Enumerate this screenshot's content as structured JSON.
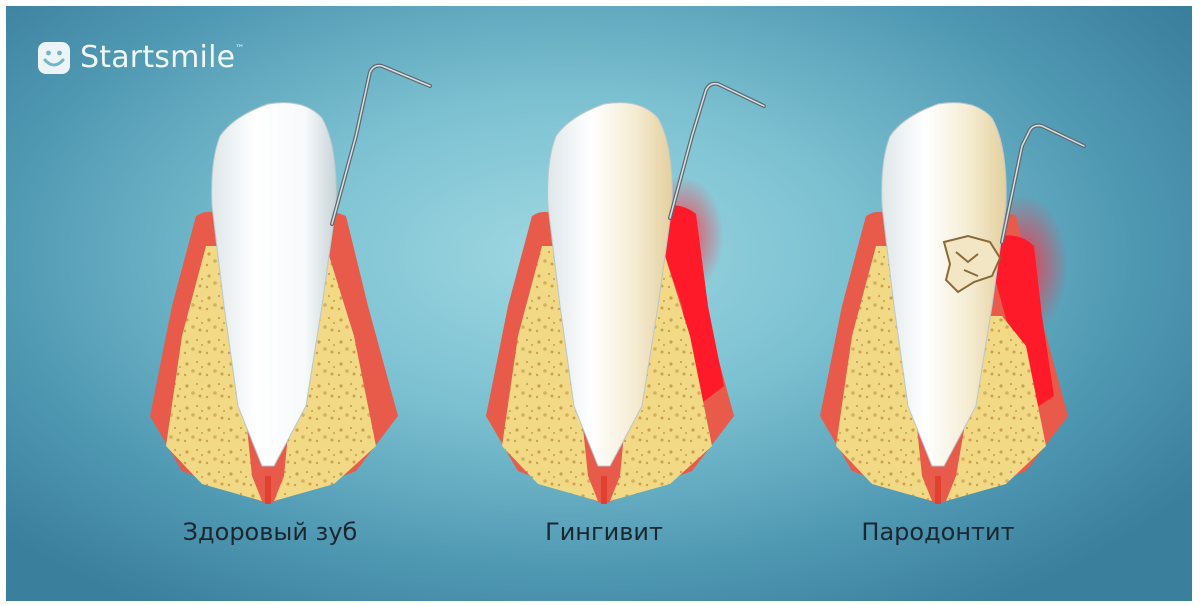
{
  "brand": {
    "name": "Startsmile",
    "trademark": "™",
    "logo_icon": "smile-icon"
  },
  "stages": [
    {
      "label": "Здоровый зуб"
    },
    {
      "label": "Гингивит"
    },
    {
      "label": "Пародонтит"
    }
  ],
  "colors": {
    "enamel": "#ffffff",
    "healthy_gum": "#e85a4a",
    "inflamed_gum": "#ff1a2a",
    "bone": "#f2d985",
    "background": "#7cc1d1"
  }
}
